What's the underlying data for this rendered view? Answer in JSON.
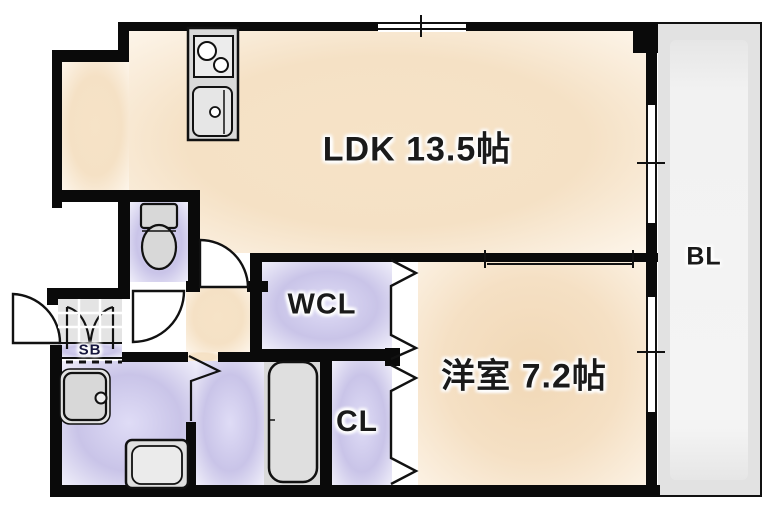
{
  "floorplan": {
    "rooms": {
      "ldk": {
        "label": "LDK 13.5帖"
      },
      "western_room": {
        "label": "洋室 7.2帖"
      },
      "walk_in_closet": {
        "label": "WCL"
      },
      "closet": {
        "label": "CL"
      },
      "balcony": {
        "label": "BL"
      },
      "shoe_box": {
        "label": "SB"
      }
    },
    "colors": {
      "wall": "#0a0a0a",
      "floor_main": "#f5e1c5",
      "floor_wet": "#c9c4e8",
      "fixture": "#d9d9d9",
      "balcony": "#e2e2e2",
      "background": "#ffffff"
    }
  }
}
